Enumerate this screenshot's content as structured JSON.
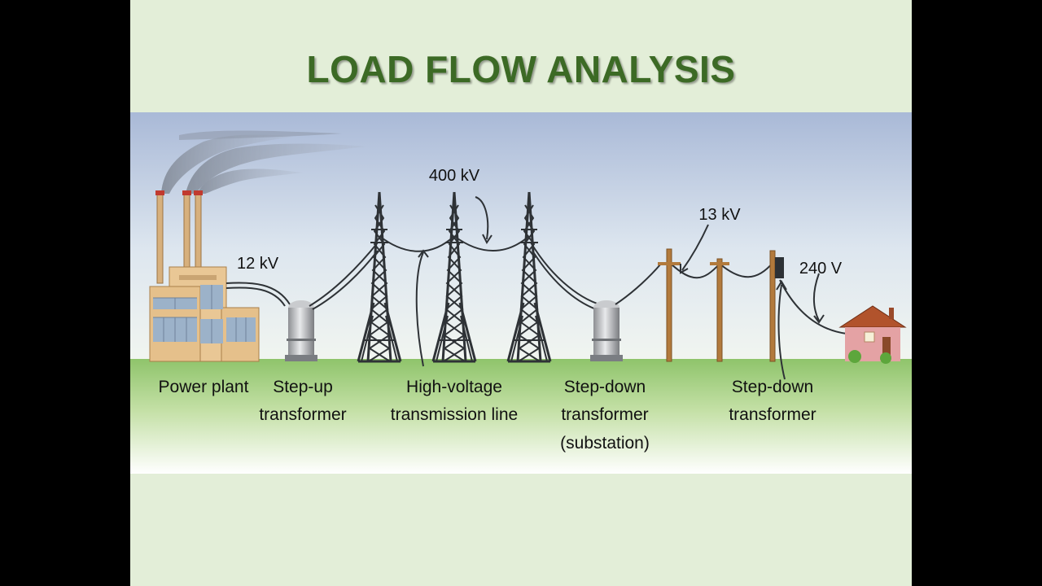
{
  "slide": {
    "title": "LOAD FLOW ANALYSIS",
    "colors": {
      "frame": "#000000",
      "background": "#e3eed8",
      "title": "#3c6a25",
      "sky_top": "#a8b8d6",
      "grass": "#8ec46a"
    }
  },
  "diagram": {
    "voltages": {
      "generation": "12 kV",
      "transmission": "400 kV",
      "distribution": "13 kV",
      "service": "240 V"
    },
    "components": {
      "power_plant": "Power plant",
      "step_up_line1": "Step-up",
      "step_up_line2": "transformer",
      "hv_line1": "High-voltage",
      "hv_line2": "transmission line",
      "substation_line1": "Step-down",
      "substation_line2": "transformer",
      "substation_line3": "(substation)",
      "pole_transformer_line1": "Step-down",
      "pole_transformer_line2": "transformer"
    },
    "icons": [
      "power-plant-icon",
      "transformer-icon",
      "transmission-tower-icon",
      "utility-pole-icon",
      "house-icon",
      "smoke-icon"
    ]
  }
}
